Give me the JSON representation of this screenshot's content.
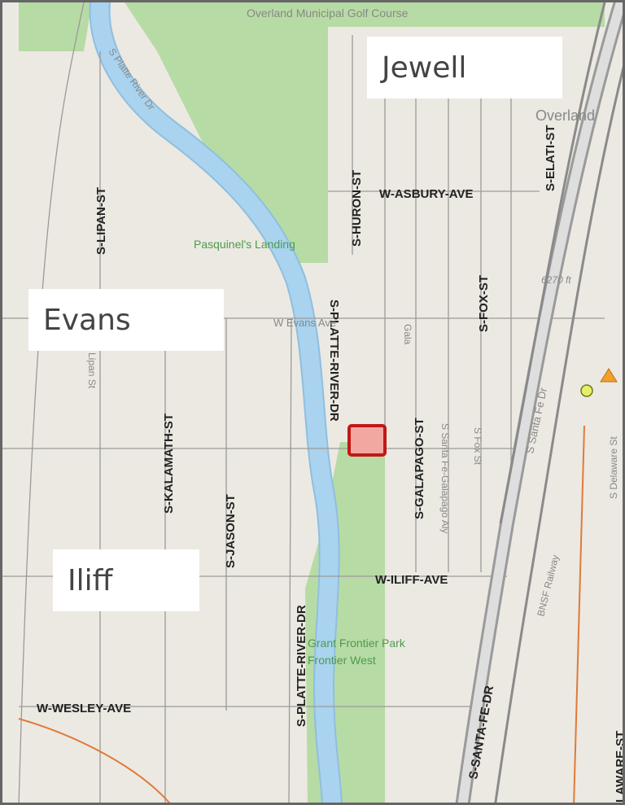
{
  "overlay_labels": {
    "jewell": "Jewell",
    "evans": "Evans",
    "iliff": "Iliff"
  },
  "streets": {
    "w_asbury_ave": "W-ASBURY-AVE",
    "w_iliff_ave": "W-ILIFF-AVE",
    "w_wesley_ave": "W-WESLEY-AVE",
    "s_lipan_st": "S-LIPAN-ST",
    "s_huron_st": "S-HURON-ST",
    "s_elati_st": "S-ELATI-ST",
    "s_fox_st": "S-FOX-ST",
    "s_platte_river_dr_upper": "S-PLATTE-RIVER-DR",
    "s_platte_river_dr_lower": "S-PLATTE-RIVER-DR",
    "s_galapago_st": "S-GALAPAGO-ST",
    "s_kalamath_st": "S-KALAMATH-ST",
    "s_jason_st": "S-JASON-ST",
    "s_santa_fe_dr": "S-SANTA-FE-DR",
    "s_delaware_st": "LAWARE-ST"
  },
  "minor_labels": {
    "overland_golf": "Overland Municipal Golf Course",
    "overland": "Overland",
    "w_evans_ave": "W Evans Ave",
    "elevation": "6270 ft",
    "lipan_st": "Lipan St",
    "gala_st": "Gala",
    "s_santa_fe_galapago_aly": "S Santa Fe-Galapago Aly",
    "s_fox_st_small": "S Fox St",
    "s_santa_fe_dr_small": "S Santa Fe Dr",
    "bnsf_railway": "BNSF Railway",
    "s_delaware_st_small": "S Delaware St",
    "s_platte_river_dr_small": "S Platte River Dr"
  },
  "parks": {
    "pasquinels_landing": "Pasquinel's Landing",
    "grant_frontier_park": "Grant Frontier Park",
    "frontier_west": "Frontier West"
  },
  "colors": {
    "background": "#ece9e2",
    "park": "#b7dba4",
    "river": "#a9d3ee",
    "river_edge": "#8fbfe0",
    "street": "#ffffff",
    "street_edge": "#8a8a8a",
    "highway": "#9a9a9a",
    "railway": "#e07a3a",
    "marker_fill": "#f2a8a0",
    "marker_stroke": "#c01818"
  }
}
